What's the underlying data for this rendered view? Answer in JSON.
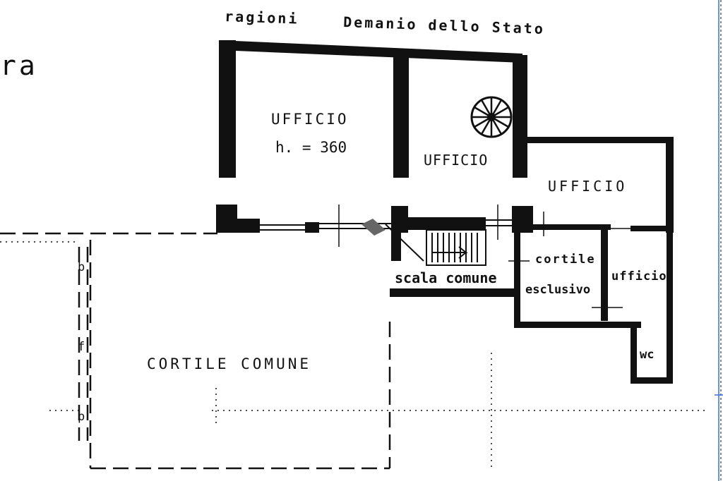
{
  "header": {
    "top_left_partial": "ra",
    "neighbor_left": "ragioni",
    "neighbor_right": "Demanio dello Stato"
  },
  "rooms": {
    "ufficio_main": "UFFICIO",
    "ufficio_main_height": "h. = 360",
    "ufficio_middle": "UFFICIO",
    "ufficio_right": "UFFICIO",
    "cortile_esclusivo_line1": "cortile",
    "cortile_esclusivo_line2": "esclusivo",
    "ufficio_small": "ufficio",
    "wc": "wc",
    "scala_comune": "scala comune",
    "cortile_comune": "CORTILE COMUNE"
  },
  "margin_marks": {
    "b": "b",
    "f": "f",
    "p": "p"
  },
  "colors": {
    "ink": "#111111",
    "paper": "#ffffff",
    "edge_accent": "#3a6fd8"
  }
}
